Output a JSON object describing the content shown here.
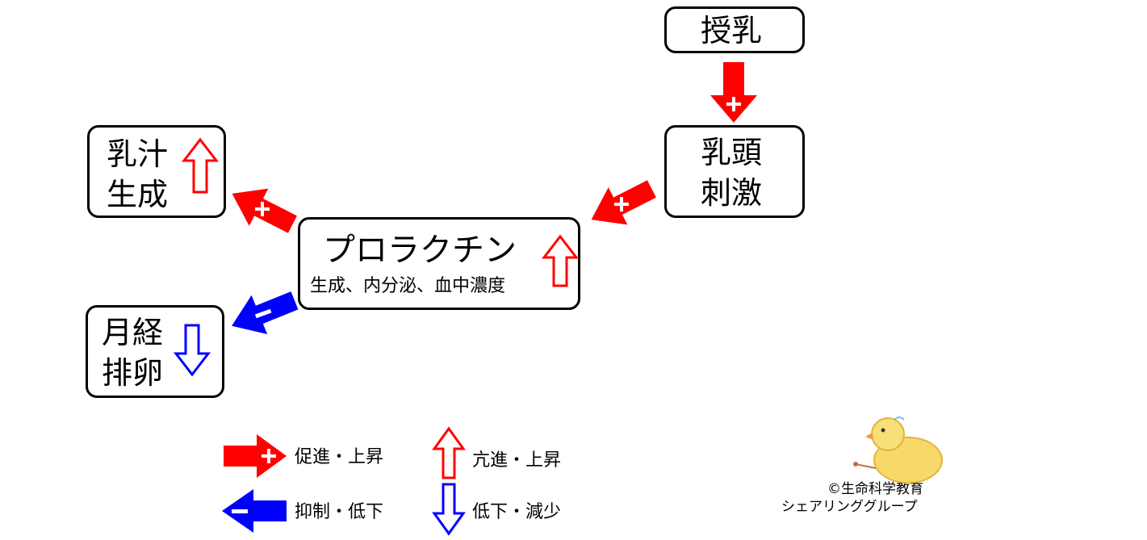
{
  "nodes": {
    "suckling": "授乳",
    "nipple_line1": "乳頭",
    "nipple_line2": "刺激",
    "prolactin_title": "プロラクチン",
    "prolactin_sub": "生成、内分泌、血中濃度",
    "milk_line1": "乳汁",
    "milk_line2": "生成",
    "mens_line1": "月経",
    "mens_line2": "排卵"
  },
  "legend": {
    "promote": "促進・上昇",
    "inhibit": "抑制・低下",
    "increase": "亢進・上昇",
    "decrease": "低下・減少"
  },
  "credit": {
    "line1": "©生命科学教育",
    "line2": "シェアリンググループ"
  },
  "colors": {
    "promote": "#ff0000",
    "inhibit": "#0000ff",
    "box_border": "#000000"
  }
}
